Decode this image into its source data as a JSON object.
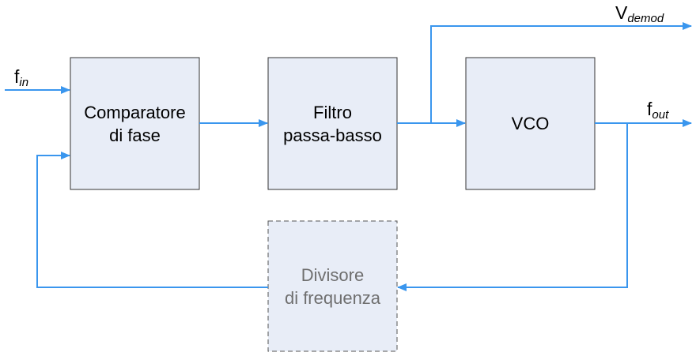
{
  "colors": {
    "block_fill": "#e8edf7",
    "block_stroke": "#333333",
    "wire": "#3a96ee",
    "dim_text": "#6f6f6f"
  },
  "blocks": {
    "comparator": {
      "line1": "Comparatore",
      "line2": "di fase"
    },
    "filter": {
      "line1": "Filtro",
      "line2": "passa-basso"
    },
    "vco": {
      "label": "VCO"
    },
    "divider": {
      "line1": "Divisore",
      "line2": "di frequenza",
      "style": "dashed"
    }
  },
  "signals": {
    "fin": {
      "base": "f",
      "sub": "in"
    },
    "fout": {
      "base": "f",
      "sub": "out"
    },
    "vdemod": {
      "base": "V",
      "sub": "demod"
    }
  }
}
